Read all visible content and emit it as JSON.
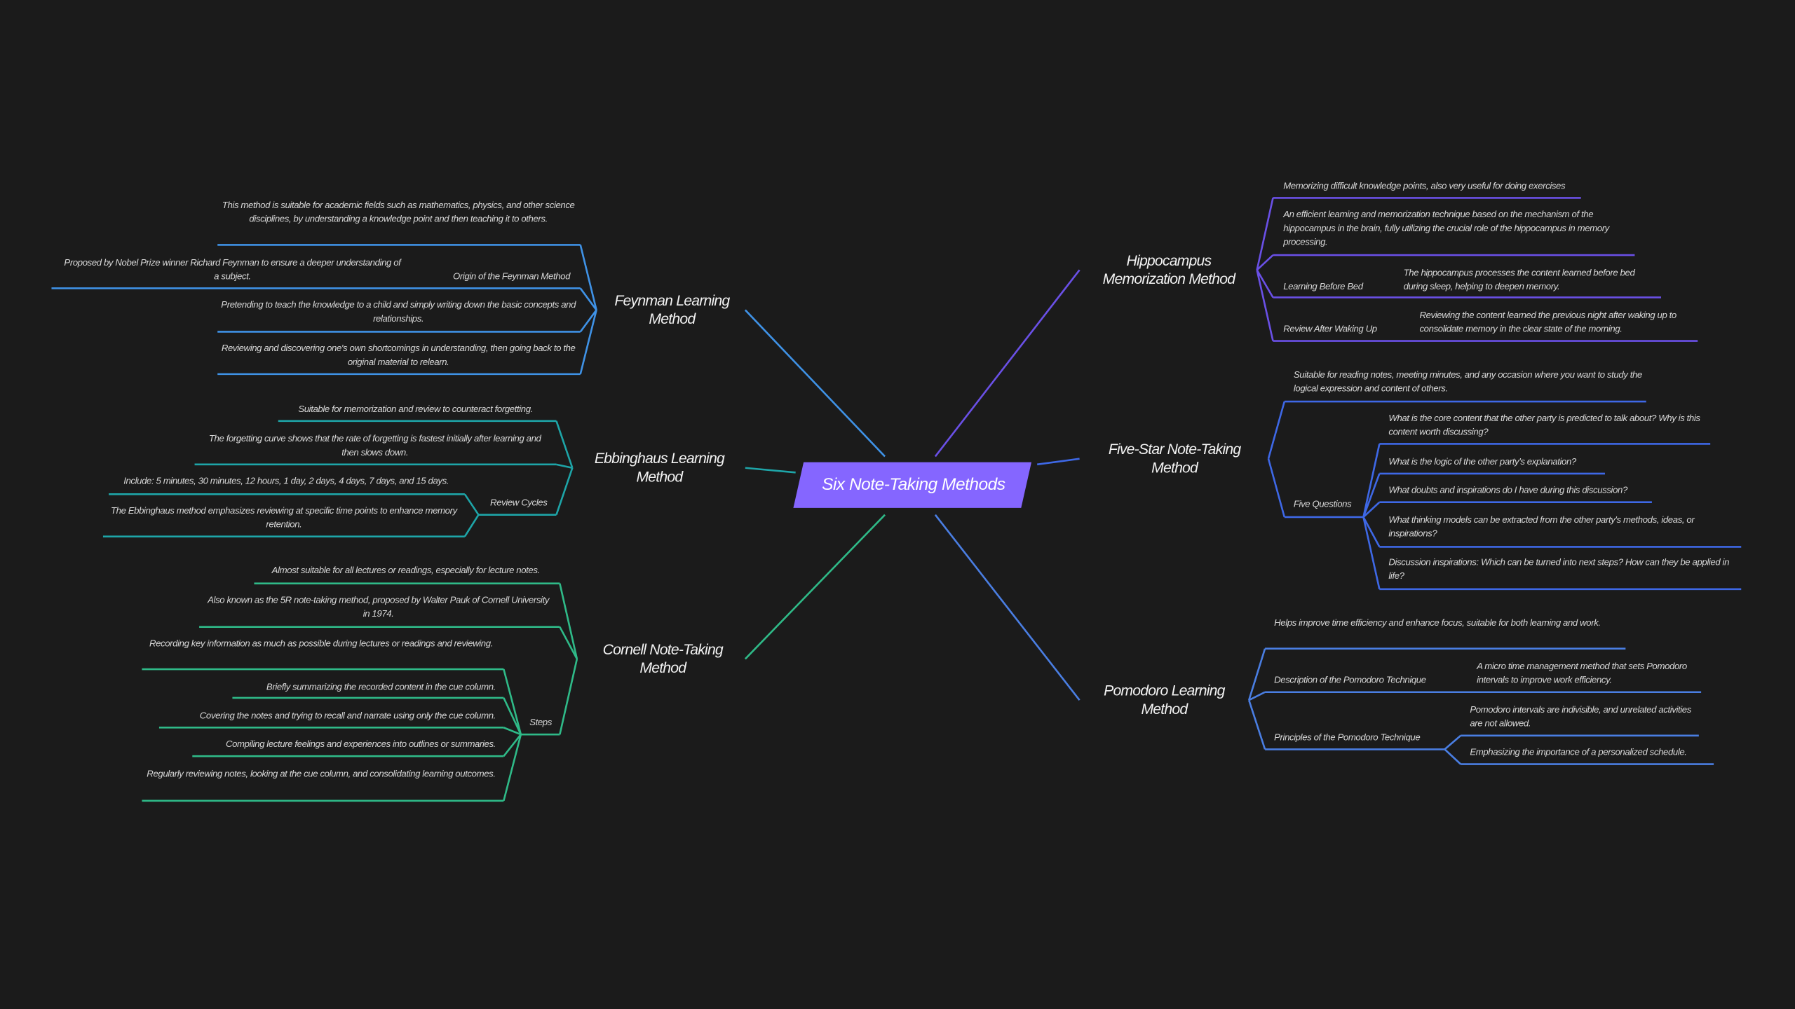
{
  "title": "Six Note-Taking Methods",
  "colors": {
    "background": "#1b1b1b",
    "center": "#8566ff"
  },
  "branches": [
    {
      "topic": "Feynman Learning Method",
      "color": "#3f92e6",
      "items": [
        {
          "text": "This method is suitable for academic fields such as mathematics, physics, and other science disciplines, by understanding a knowledge point and then teaching it to others."
        },
        {
          "label": "Origin of the Feynman Method",
          "text": "Proposed by Nobel Prize winner Richard Feynman to ensure a deeper understanding of a subject."
        },
        {
          "text": "Pretending to teach the knowledge to a child and simply writing down the basic concepts and relationships."
        },
        {
          "text": "Reviewing and discovering one's own shortcomings in understanding, then going back to the original material to relearn."
        }
      ]
    },
    {
      "topic": "Ebbinghaus Learning Method",
      "color": "#1ea5a8",
      "items": [
        {
          "text": "Suitable for memorization and review to counteract forgetting."
        },
        {
          "text": "The forgetting curve shows that the rate of forgetting is fastest initially after learning and then slows down."
        },
        {
          "label": "Review Cycles",
          "children": [
            {
              "text": "Include: 5 minutes, 30 minutes, 12 hours, 1 day, 2 days, 4 days, 7 days, and 15 days."
            },
            {
              "text": "The Ebbinghaus method emphasizes reviewing at specific time points to enhance memory retention."
            }
          ]
        }
      ]
    },
    {
      "topic": "Cornell Note-Taking Method",
      "color": "#2fba88",
      "items": [
        {
          "text": "Almost suitable for all lectures or readings, especially for lecture notes."
        },
        {
          "text": "Also known as the 5R note-taking method, proposed by Walter Pauk of Cornell University in 1974."
        },
        {
          "label": "Steps",
          "children": [
            {
              "text": "Recording key information as much as possible during lectures or readings and reviewing."
            },
            {
              "text": "Briefly summarizing the recorded content in the cue column."
            },
            {
              "text": "Covering the notes and trying to recall and narrate using only the cue column."
            },
            {
              "text": "Compiling lecture feelings and experiences into outlines or summaries."
            },
            {
              "text": "Regularly reviewing notes, looking at the cue column, and consolidating learning outcomes."
            }
          ]
        }
      ]
    },
    {
      "topic": "Hippocampus Memorization Method",
      "color": "#6a50e6",
      "items": [
        {
          "text": "Memorizing difficult knowledge points, also very useful for doing exercises"
        },
        {
          "text": "An efficient learning and memorization technique based on the mechanism of the hippocampus in the brain, fully utilizing the crucial role of the hippocampus in memory processing."
        },
        {
          "label": "Learning Before Bed",
          "text": "The hippocampus processes the content learned before bed during sleep, helping to deepen memory."
        },
        {
          "label": "Review After Waking Up",
          "text": "Reviewing the content learned the previous night after waking up to consolidate memory in the clear state of the morning."
        }
      ]
    },
    {
      "topic": "Five-Star Note-Taking Method",
      "color": "#3e68e6",
      "items": [
        {
          "text": "Suitable for reading notes, meeting minutes, and any occasion where you want to study the logical expression and content of others."
        },
        {
          "label": "Five Questions",
          "children": [
            {
              "text": "What is the core content that the other party is predicted to talk about? Why is this content worth discussing?"
            },
            {
              "text": "What is the logic of the other party's explanation?"
            },
            {
              "text": "What doubts and inspirations do I have during this discussion?"
            },
            {
              "text": "What thinking models can be extracted from the other party's methods, ideas, or inspirations?"
            },
            {
              "text": "Discussion inspirations: Which can be turned into next steps? How can they be applied in life?"
            }
          ]
        }
      ]
    },
    {
      "topic": "Pomodoro Learning Method",
      "color": "#4a7ee2",
      "items": [
        {
          "text": "Helps improve time efficiency and enhance focus, suitable for both learning and work."
        },
        {
          "label": "Description of the Pomodoro Technique",
          "text": "A micro time management method that sets Pomodoro intervals to improve work efficiency."
        },
        {
          "label": "Principles of the Pomodoro Technique",
          "children": [
            {
              "text": "Pomodoro intervals are indivisible, and unrelated activities are not allowed."
            },
            {
              "text": "Emphasizing the importance of a personalized schedule."
            }
          ]
        }
      ]
    }
  ]
}
